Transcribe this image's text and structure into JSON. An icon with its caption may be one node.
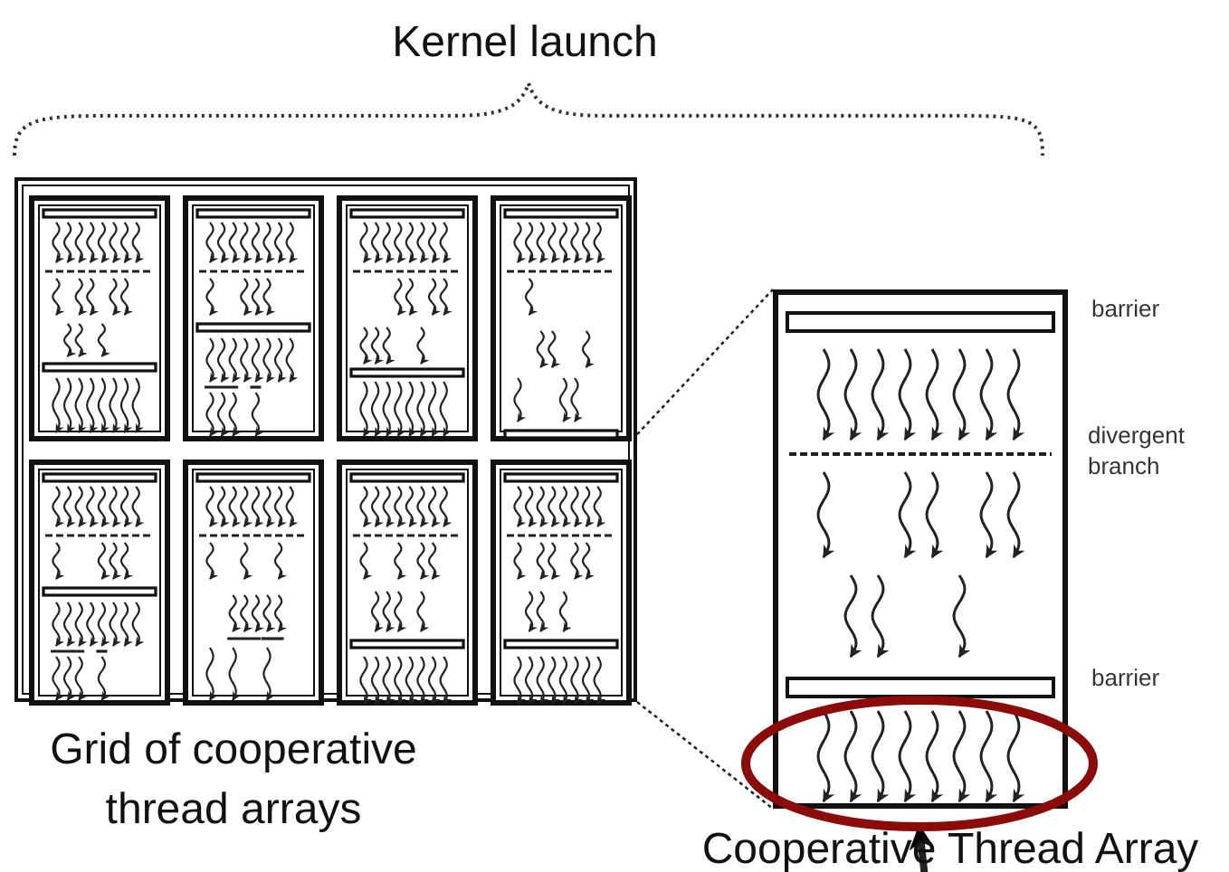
{
  "diagram": {
    "title": "Kernel launch",
    "nodes": [
      {
        "text": [
          "Grid of cooperative thread arrays"
        ]
      },
      {
        "text": [],
        "shape": "box",
        "in": 0
      },
      {
        "text": [],
        "shape": "box",
        "in": 0
      },
      {
        "text": [],
        "shape": "box",
        "in": 0
      },
      {
        "text": [],
        "shape": "box",
        "in": 0
      },
      {
        "text": [],
        "shape": "box",
        "in": 0
      },
      {
        "text": [],
        "shape": "box",
        "in": 0
      },
      {
        "text": [],
        "shape": "box",
        "in": 0
      },
      {
        "text": [],
        "shape": "box",
        "in": 0
      },
      {
        "text": [
          "Cooperative Thread Array"
        ]
      },
      {
        "text": [],
        "shape": "ellipse"
      }
    ],
    "edges": [
      {
        "from": 0,
        "to": 9,
        "arrow": "none",
        "style": "dashed"
      },
      {
        "from": 0,
        "to": 9,
        "arrow": "none",
        "style": "dashed"
      },
      {
        "from": 9,
        "to": 10,
        "arrow": "to",
        "style": "thick"
      }
    ],
    "labels": [
      "barrier",
      "divergent branch",
      "barrier"
    ]
  }
}
